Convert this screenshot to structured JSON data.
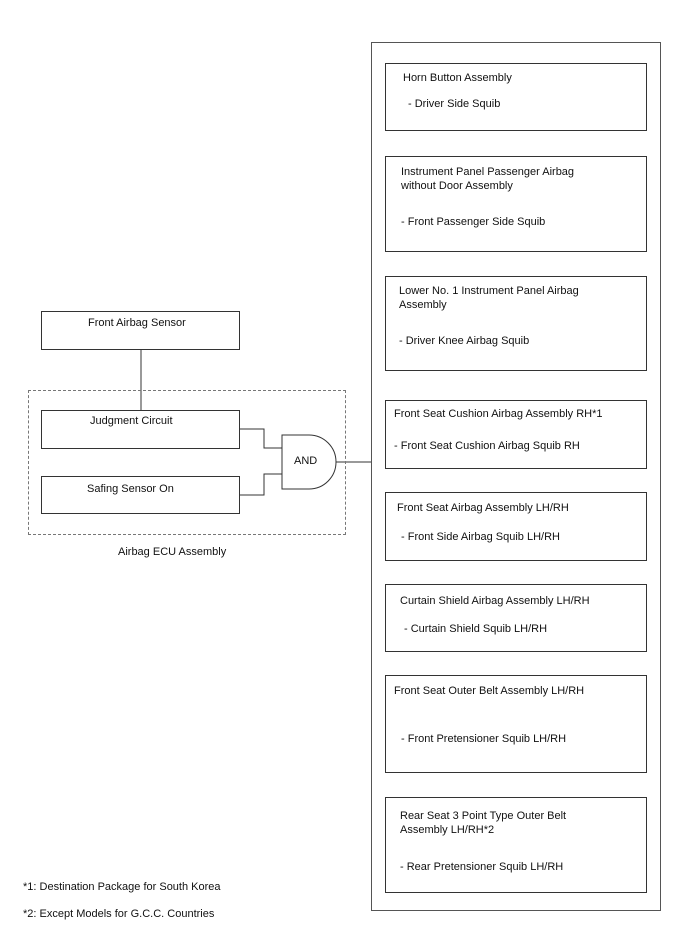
{
  "front_airbag_sensor": "Front Airbag Sensor",
  "judgment_circuit": "Judgment Circuit",
  "safing_sensor": "Safing Sensor On",
  "and_gate": "AND",
  "ecu_label": "Airbag ECU Assembly",
  "squibs": [
    {
      "title": "Horn Button Assembly",
      "sub": "- Driver Side Squib"
    },
    {
      "title": "Instrument Panel Passenger Airbag\nwithout Door Assembly",
      "sub": "- Front Passenger Side Squib"
    },
    {
      "title": "Lower No. 1 Instrument Panel Airbag\nAssembly",
      "sub": "- Driver Knee Airbag Squib"
    },
    {
      "title": "Front Seat Cushion Airbag Assembly RH*1",
      "sub": "- Front Seat Cushion Airbag Squib RH"
    },
    {
      "title": "Front Seat Airbag Assembly LH/RH",
      "sub": "- Front Side Airbag Squib LH/RH"
    },
    {
      "title": "Curtain Shield Airbag Assembly LH/RH",
      "sub": "- Curtain Shield Squib LH/RH"
    },
    {
      "title": "Front Seat Outer Belt Assembly LH/RH",
      "sub": "- Front Pretensioner Squib LH/RH"
    },
    {
      "title": "Rear Seat 3 Point Type Outer Belt\nAssembly LH/RH*2",
      "sub": "- Rear Pretensioner Squib LH/RH"
    }
  ],
  "footnotes": [
    "*1: Destination Package for South Korea",
    "*2: Except Models for G.C.C. Countries"
  ]
}
